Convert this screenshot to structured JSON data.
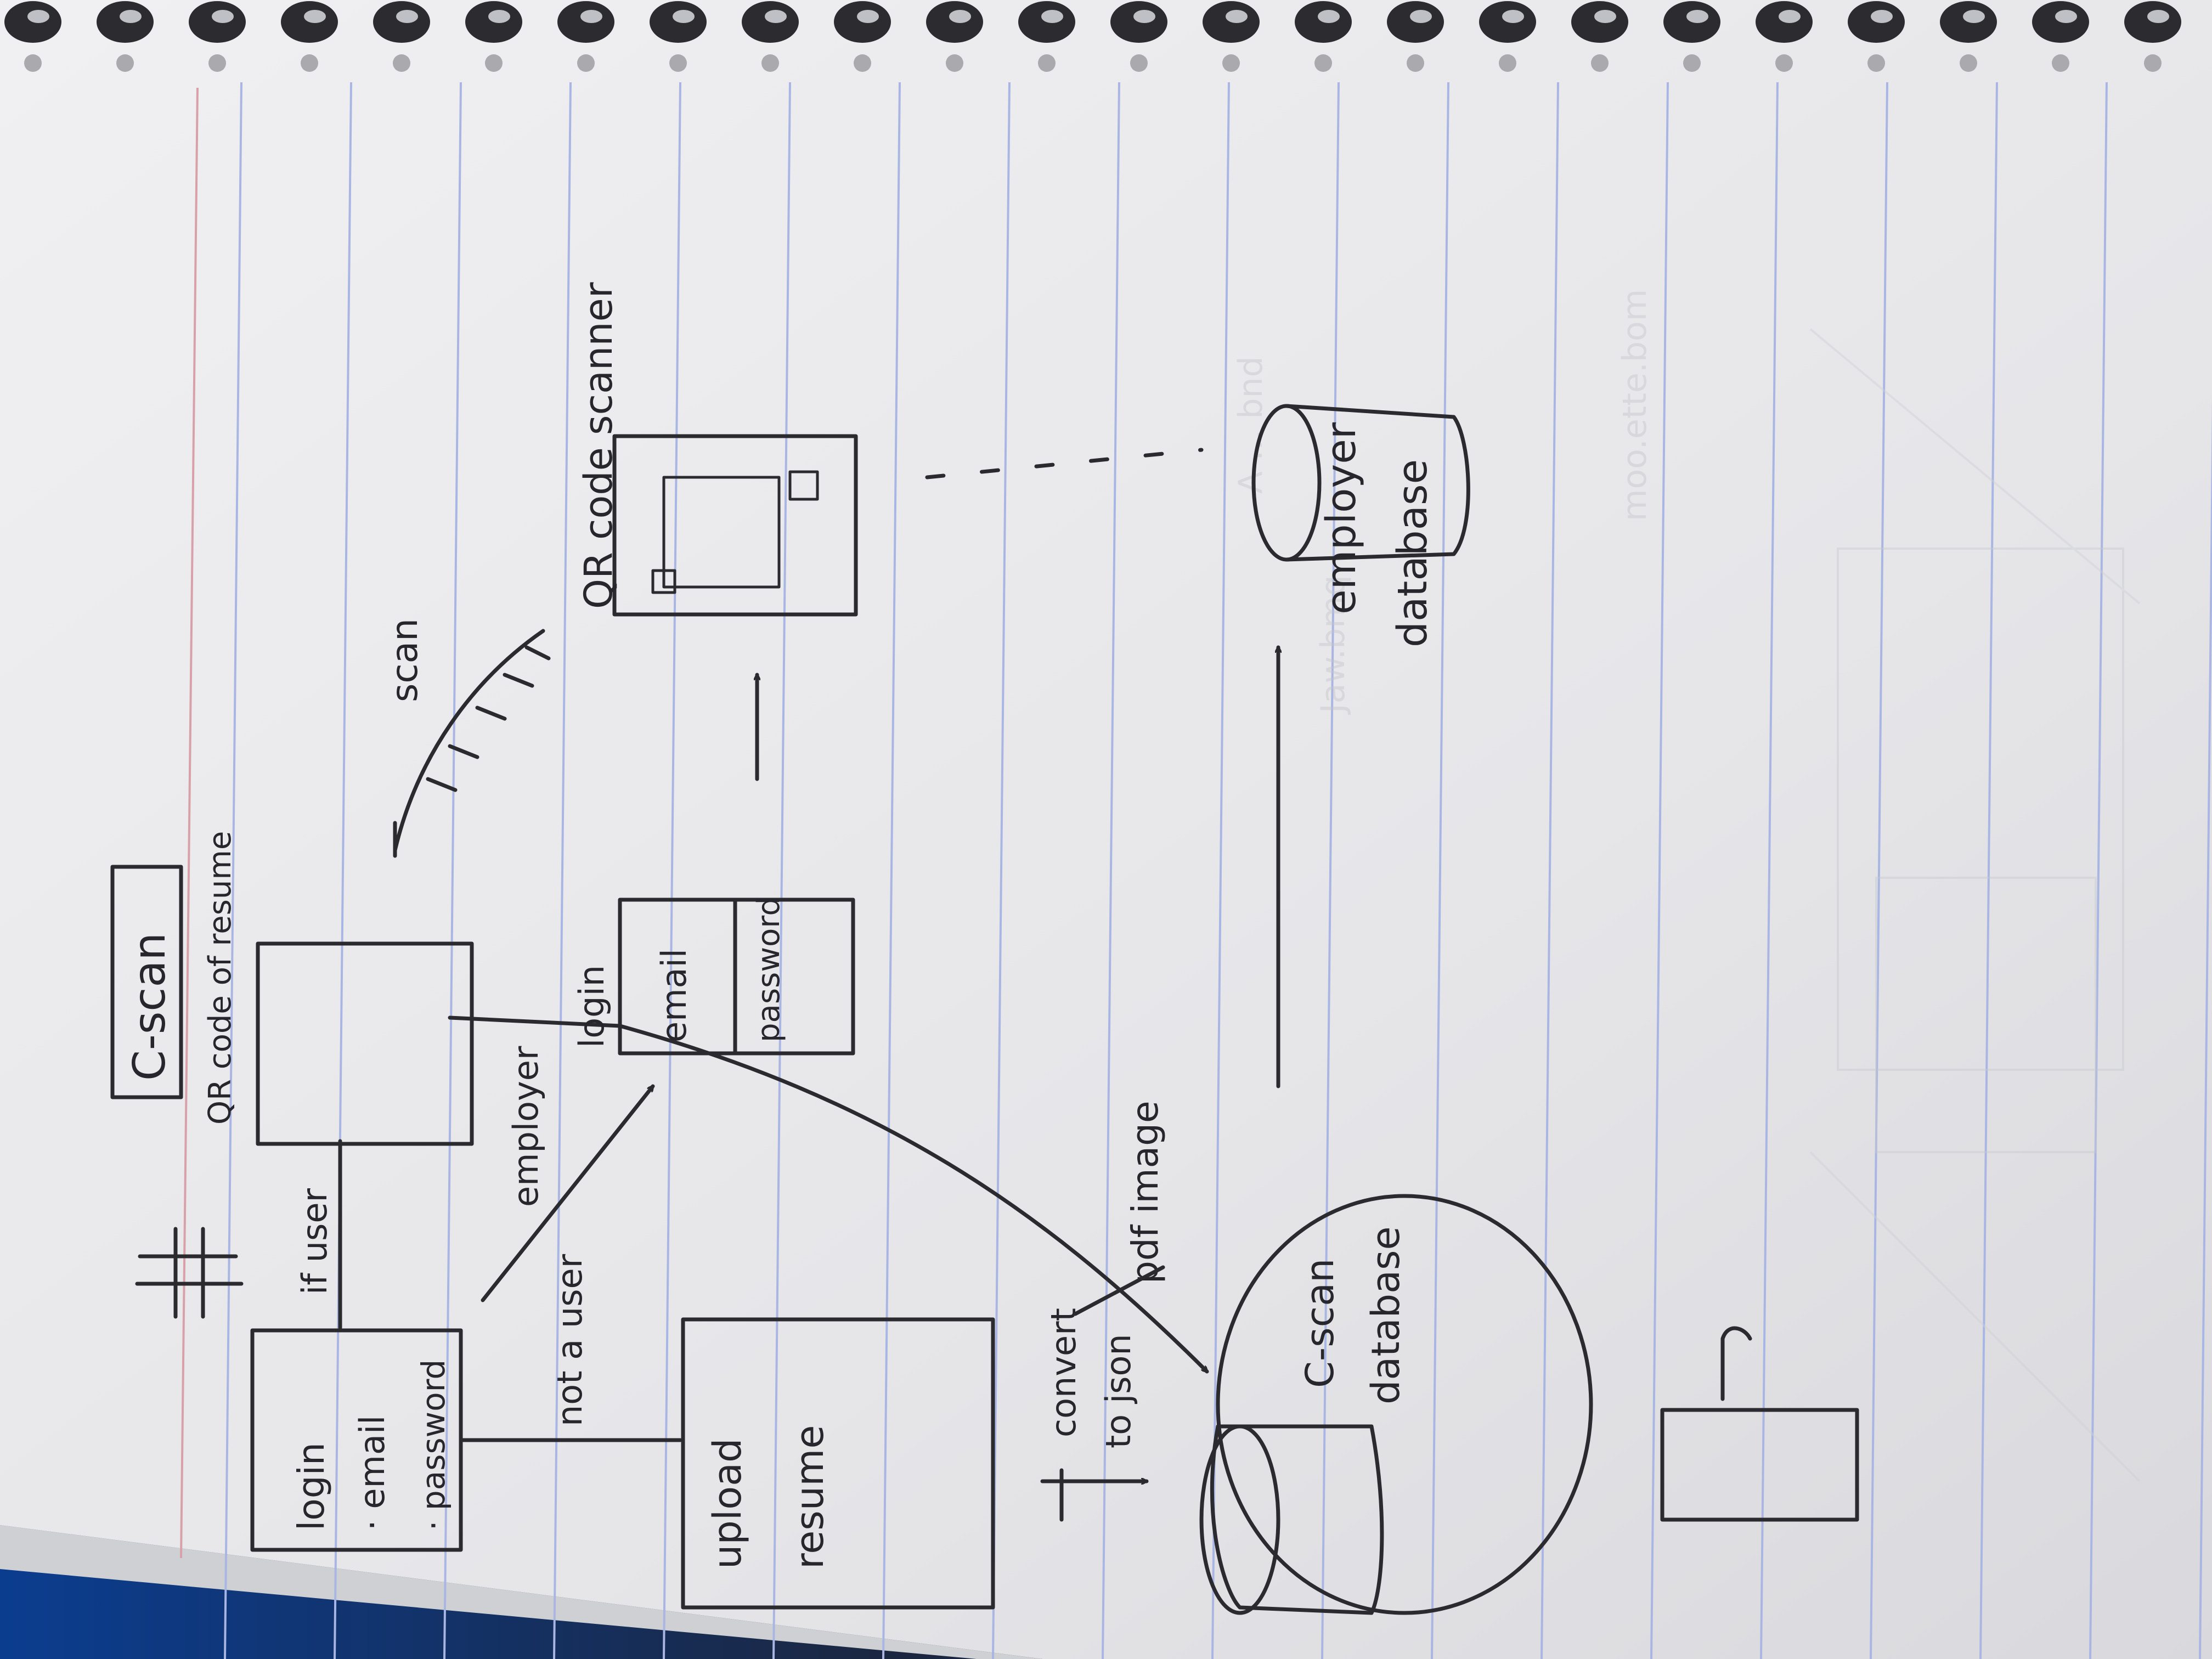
{
  "diagram": {
    "title": "C-scan",
    "qr_caption": "QR code of resume",
    "number_mark": "#",
    "user_login": {
      "heading": "login",
      "email": "· email",
      "password": "· password"
    },
    "if_user_label": "if user",
    "not_a_user_label": "not a user",
    "employer_label": "employer",
    "upload_box": {
      "line1": "upload",
      "line2": "resume"
    },
    "convert_label_1": "convert",
    "convert_label_2": "to json",
    "pdf_image_label": "pdf image",
    "cscan_db_line1": "C-scan",
    "cscan_db_line2": "database",
    "employer_login": {
      "heading": "login",
      "email": "email",
      "password": "password"
    },
    "scan_label": "scan",
    "qr_scanner_label": "QR code scanner",
    "employer_db_line1": "employer",
    "employer_db_line2": "database"
  },
  "colors": {
    "paper": "#e9e9eb",
    "ink": "#2a2a2f",
    "rule_lines": "#a9b6e3",
    "margin_line": "#d8a0a8",
    "background": "#1b2741"
  }
}
